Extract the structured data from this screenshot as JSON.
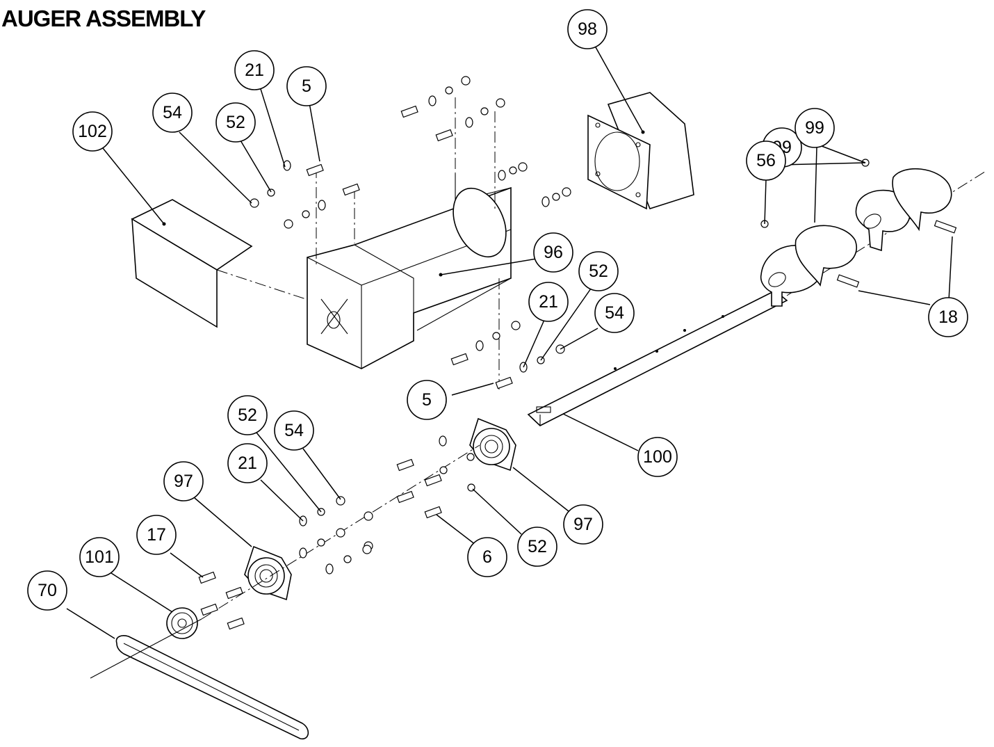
{
  "title": "AUGER ASSEMBLY",
  "callouts": [
    {
      "id": "c98",
      "label": "98"
    },
    {
      "id": "c21a",
      "label": "21"
    },
    {
      "id": "c5a",
      "label": "5"
    },
    {
      "id": "c54a",
      "label": "54"
    },
    {
      "id": "c52a",
      "label": "52"
    },
    {
      "id": "c102",
      "label": "102"
    },
    {
      "id": "c99a",
      "label": "99"
    },
    {
      "id": "c99b",
      "label": "99"
    },
    {
      "id": "c56",
      "label": "56"
    },
    {
      "id": "c96",
      "label": "96"
    },
    {
      "id": "c52b",
      "label": "52"
    },
    {
      "id": "c21b",
      "label": "21"
    },
    {
      "id": "c54b",
      "label": "54"
    },
    {
      "id": "c18",
      "label": "18"
    },
    {
      "id": "c5b",
      "label": "5"
    },
    {
      "id": "c100",
      "label": "100"
    },
    {
      "id": "c52c",
      "label": "52"
    },
    {
      "id": "c54c",
      "label": "54"
    },
    {
      "id": "c21c",
      "label": "21"
    },
    {
      "id": "c97a",
      "label": "97"
    },
    {
      "id": "c97b",
      "label": "97"
    },
    {
      "id": "c17",
      "label": "17"
    },
    {
      "id": "c101",
      "label": "101"
    },
    {
      "id": "c6",
      "label": "6"
    },
    {
      "id": "c52d",
      "label": "52"
    },
    {
      "id": "c70",
      "label": "70"
    }
  ]
}
